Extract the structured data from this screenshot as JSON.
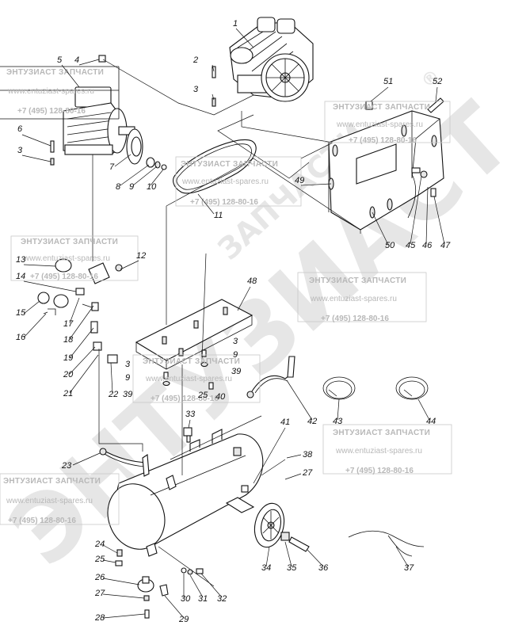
{
  "watermark": {
    "brand_title": "ЭНТУЗИАСТ ЗАПЧАСТИ",
    "site": "www.entuziast-spares.ru",
    "phone": "+7 (495) 128-80-16",
    "big_text": "ЭНТУЗИАСТ",
    "small_text": "ЗАПЧАСТИ",
    "registered_mark": "®"
  },
  "callouts": [
    "1",
    "2",
    "3",
    "4",
    "5",
    "6",
    "7",
    "8",
    "9",
    "10",
    "11",
    "12",
    "13",
    "14",
    "15",
    "16",
    "17",
    "18",
    "19",
    "20",
    "21",
    "22",
    "23",
    "24",
    "25",
    "26",
    "27",
    "28",
    "29",
    "30",
    "31",
    "32",
    "33",
    "34",
    "35",
    "36",
    "37",
    "38",
    "39",
    "40",
    "41",
    "42",
    "43",
    "44",
    "45",
    "46",
    "47",
    "48",
    "49",
    "50",
    "51",
    "52"
  ]
}
